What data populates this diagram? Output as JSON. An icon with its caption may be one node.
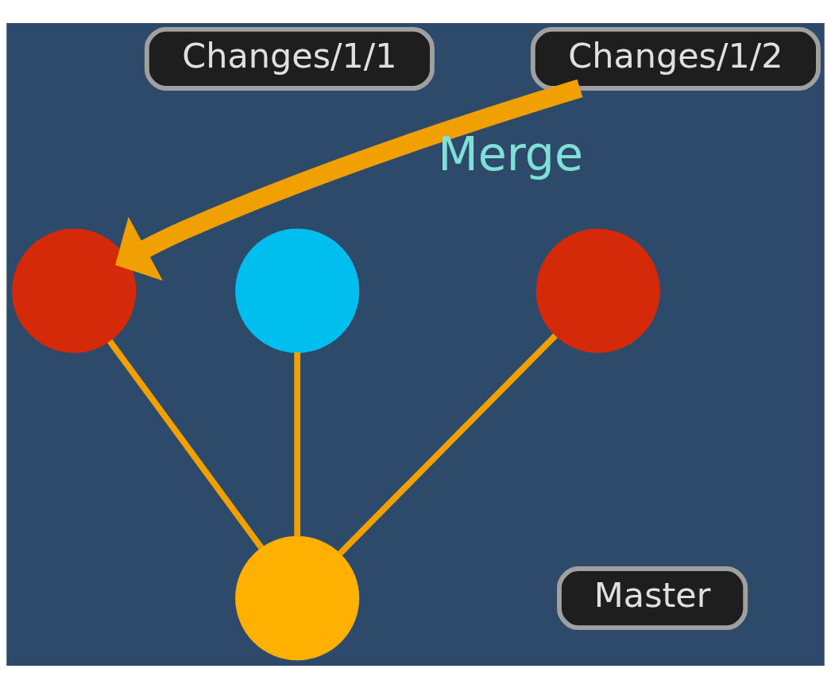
{
  "diagram": {
    "nodes": [
      {
        "text": [
          "Changes/1/1"
        ]
      },
      {
        "text": [
          "Changes/1/2"
        ]
      },
      {
        "text": [],
        "shape": "circle"
      },
      {
        "text": [],
        "shape": "circle"
      },
      {
        "text": [],
        "shape": "circle"
      },
      {
        "text": [
          "Master"
        ]
      },
      {
        "text": [],
        "shape": "circle"
      }
    ],
    "edges": [
      {
        "from": 1,
        "to": 2,
        "arrow": "to",
        "label": "Merge",
        "style": "thick"
      },
      {
        "from": 6,
        "to": 2,
        "arrow": "none"
      },
      {
        "from": 6,
        "to": 3,
        "arrow": "none"
      },
      {
        "from": 6,
        "to": 4,
        "arrow": "none"
      }
    ]
  }
}
